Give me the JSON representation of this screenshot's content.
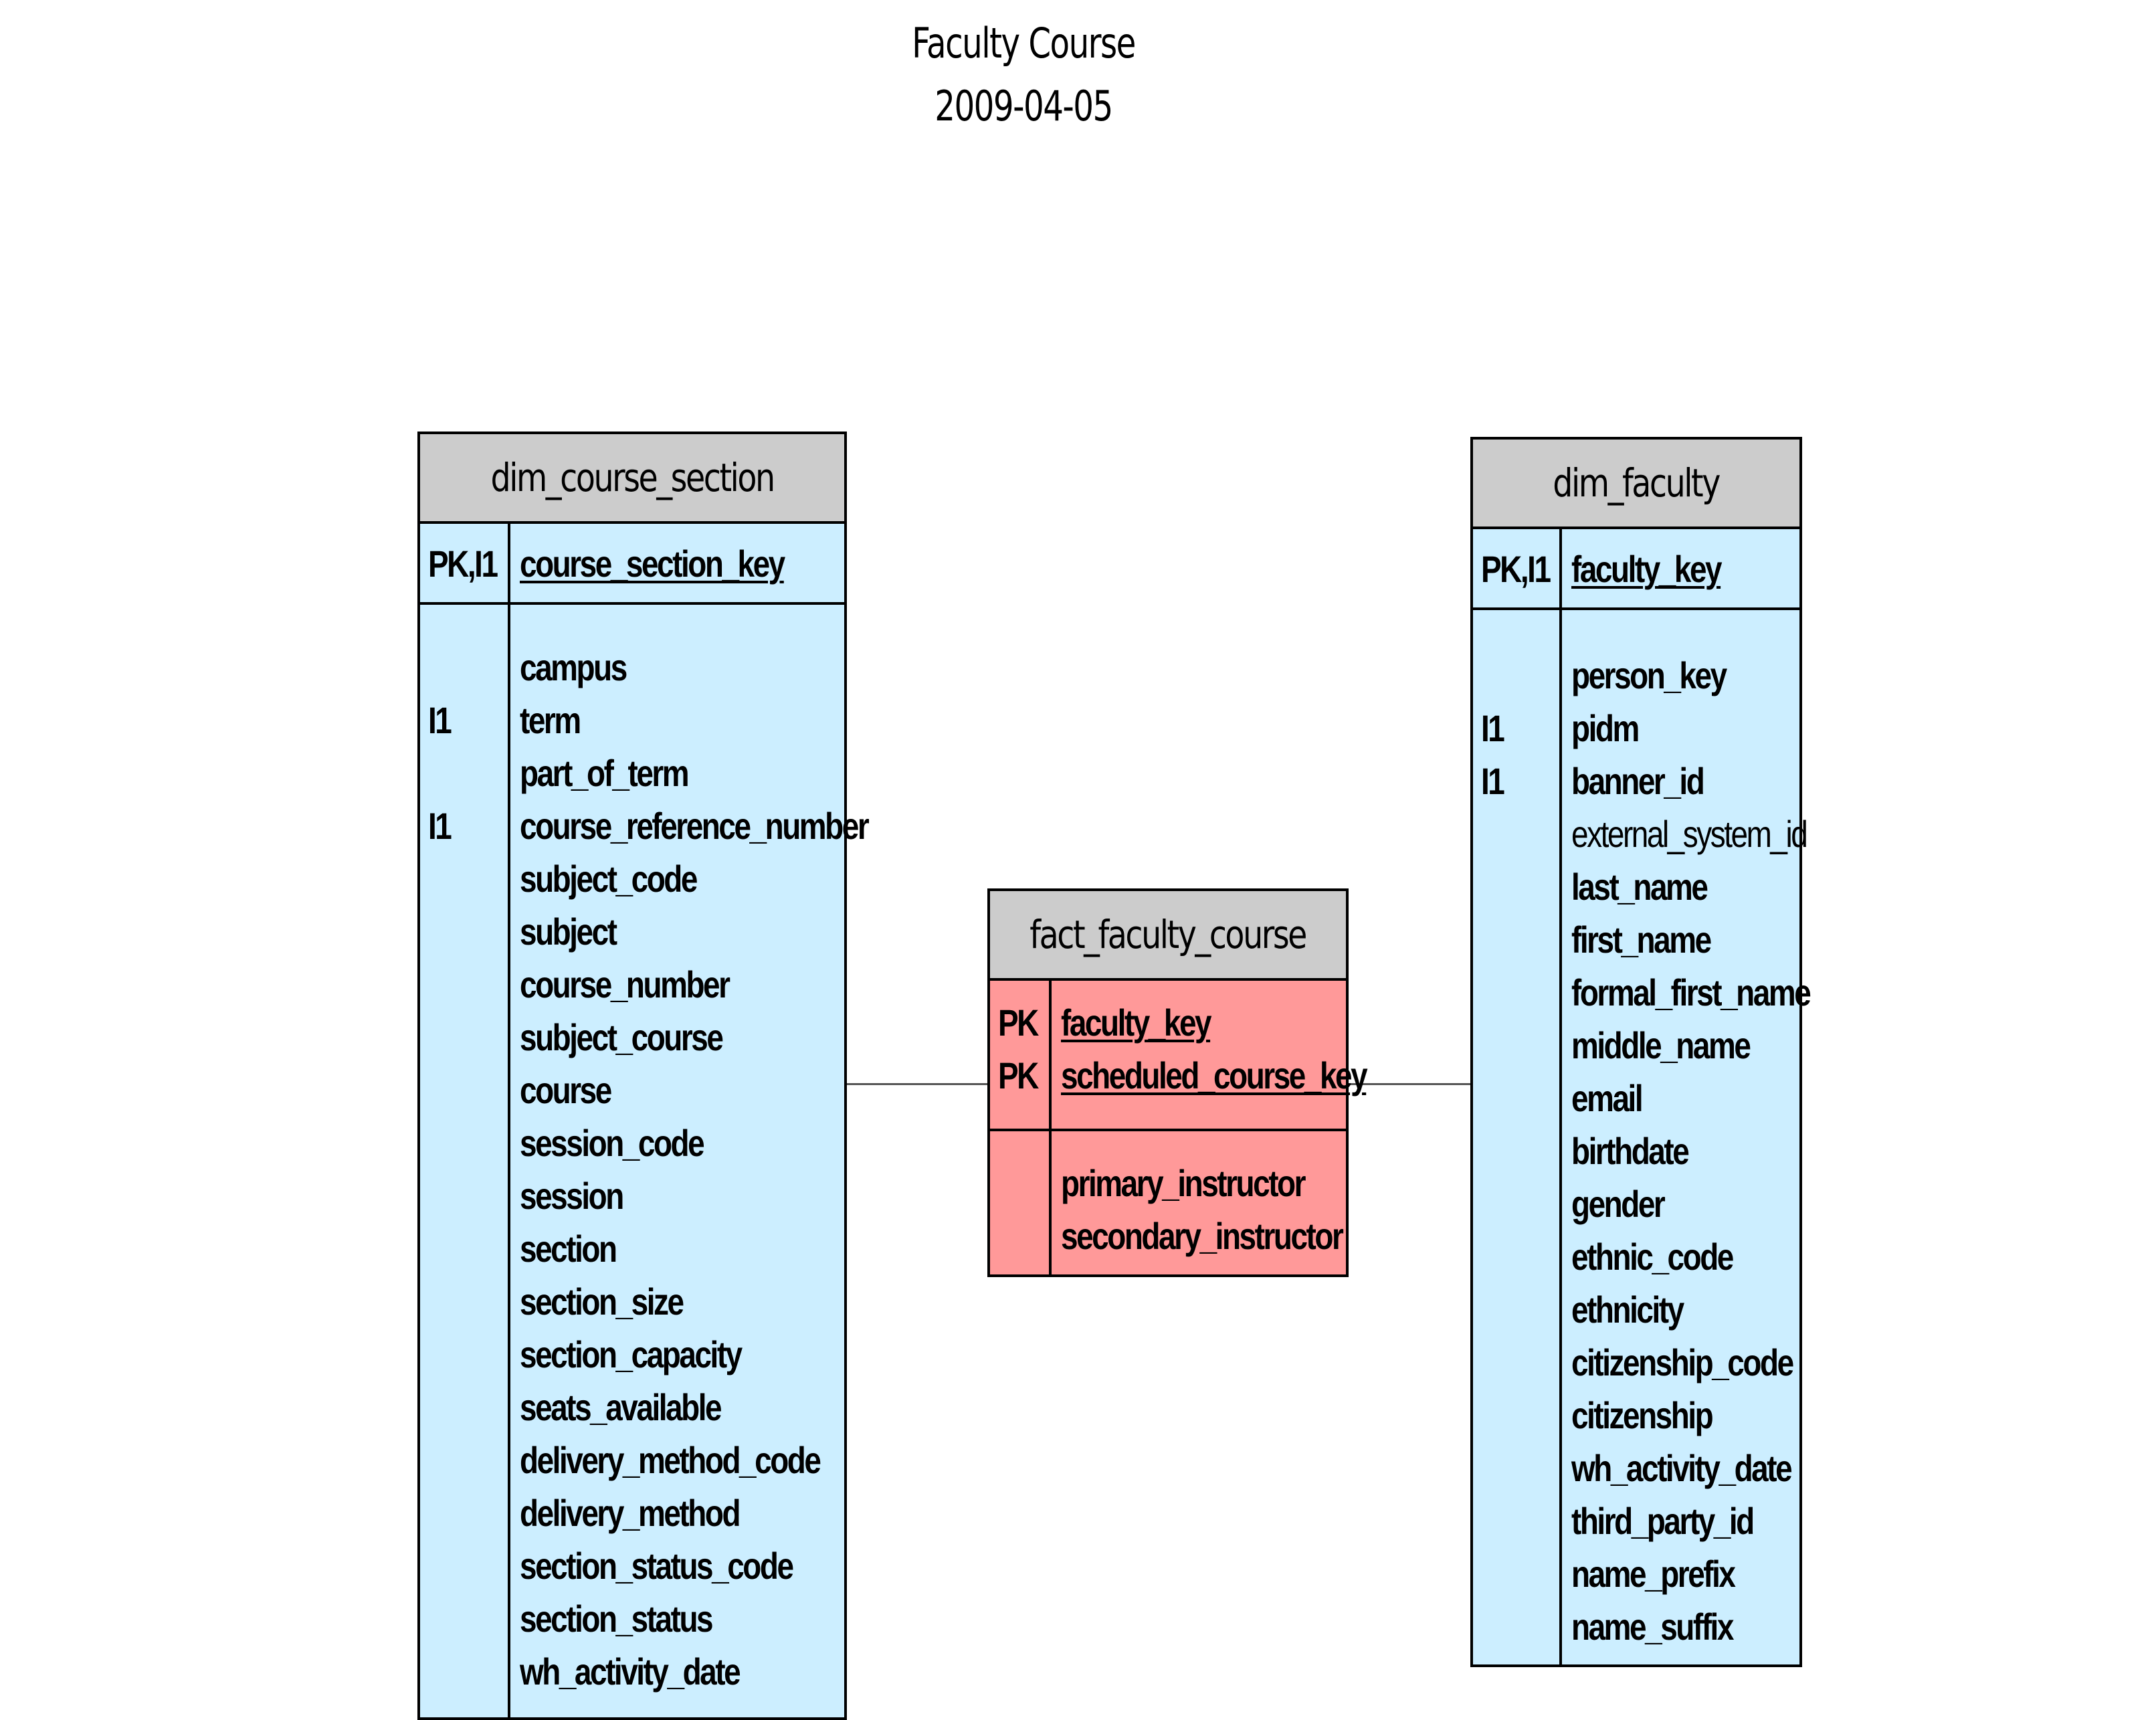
{
  "title": {
    "line1": "Faculty Course",
    "line2": "2009-04-05"
  },
  "entities": {
    "dim_course_section": {
      "name": "dim_course_section",
      "pk_rows": [
        {
          "key": "PK,I1",
          "field": "course_section_key"
        }
      ],
      "rows": [
        {
          "key": "",
          "field": "campus"
        },
        {
          "key": "I1",
          "field": "term"
        },
        {
          "key": "",
          "field": "part_of_term"
        },
        {
          "key": "I1",
          "field": "course_reference_number"
        },
        {
          "key": "",
          "field": "subject_code"
        },
        {
          "key": "",
          "field": "subject"
        },
        {
          "key": "",
          "field": "course_number"
        },
        {
          "key": "",
          "field": "subject_course"
        },
        {
          "key": "",
          "field": "course"
        },
        {
          "key": "",
          "field": "session_code"
        },
        {
          "key": "",
          "field": "session"
        },
        {
          "key": "",
          "field": "section"
        },
        {
          "key": "",
          "field": "section_size"
        },
        {
          "key": "",
          "field": "section_capacity"
        },
        {
          "key": "",
          "field": "seats_available"
        },
        {
          "key": "",
          "field": "delivery_method_code"
        },
        {
          "key": "",
          "field": "delivery_method"
        },
        {
          "key": "",
          "field": "section_status_code"
        },
        {
          "key": "",
          "field": "section_status"
        },
        {
          "key": "",
          "field": "wh_activity_date"
        }
      ]
    },
    "fact_faculty_course": {
      "name": "fact_faculty_course",
      "pk_rows": [
        {
          "key": "PK",
          "field": "faculty_key"
        },
        {
          "key": "PK",
          "field": "scheduled_course_key"
        }
      ],
      "rows": [
        {
          "key": "",
          "field": "primary_instructor"
        },
        {
          "key": "",
          "field": "secondary_instructor"
        }
      ]
    },
    "dim_faculty": {
      "name": "dim_faculty",
      "pk_rows": [
        {
          "key": "PK,I1",
          "field": "faculty_key"
        }
      ],
      "rows": [
        {
          "key": "",
          "field": "person_key"
        },
        {
          "key": "I1",
          "field": "pidm"
        },
        {
          "key": "I1",
          "field": "banner_id"
        },
        {
          "key": "",
          "field": "external_system_id"
        },
        {
          "key": "",
          "field": "last_name"
        },
        {
          "key": "",
          "field": "first_name"
        },
        {
          "key": "",
          "field": "formal_first_name"
        },
        {
          "key": "",
          "field": "middle_name"
        },
        {
          "key": "",
          "field": "email"
        },
        {
          "key": "",
          "field": "birthdate"
        },
        {
          "key": "",
          "field": "gender"
        },
        {
          "key": "",
          "field": "ethnic_code"
        },
        {
          "key": "",
          "field": "ethnicity"
        },
        {
          "key": "",
          "field": "citizenship_code"
        },
        {
          "key": "",
          "field": "citizenship"
        },
        {
          "key": "",
          "field": "wh_activity_date"
        },
        {
          "key": "",
          "field": "third_party_id"
        },
        {
          "key": "",
          "field": "name_prefix"
        },
        {
          "key": "",
          "field": "name_suffix"
        }
      ]
    }
  },
  "colors": {
    "dimension_fill": "#cceeff",
    "fact_fill": "#ff9999",
    "header_fill": "#cccccc"
  }
}
